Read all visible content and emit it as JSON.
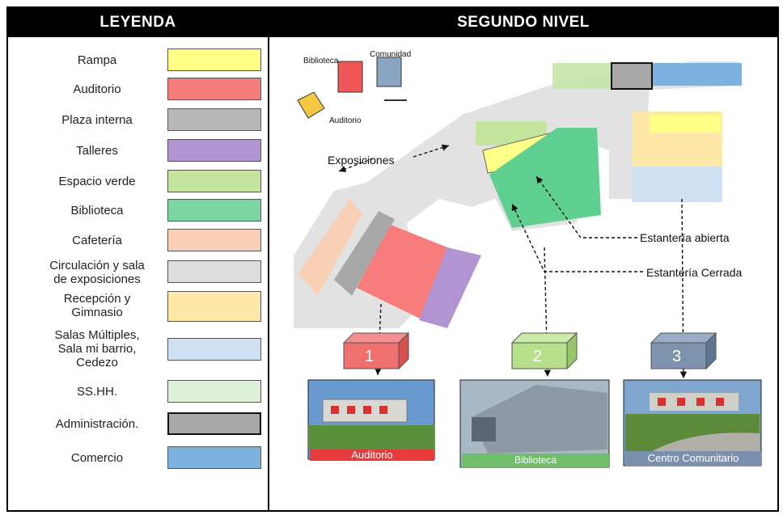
{
  "headers": {
    "legend": "LEYENDA",
    "level": "SEGUNDO NIVEL"
  },
  "legend": [
    {
      "label": "Rampa",
      "color": "#ffff88"
    },
    {
      "label": "Auditorio",
      "color": "#f77c7c"
    },
    {
      "label": "Plaza interna",
      "color": "#b8b8b8"
    },
    {
      "label": "Talleres",
      "color": "#b294d2"
    },
    {
      "label": "Espacio verde",
      "color": "#c3e59e"
    },
    {
      "label": "Biblioteca",
      "color": "#79d6a0"
    },
    {
      "label": "Cafetería",
      "color": "#f7d0b6"
    },
    {
      "label": "Circulación y sala\nde exposiciones",
      "color": "#dcdcdc"
    },
    {
      "label": "Recepción y\nGimnasio",
      "color": "#fde8a8"
    },
    {
      "label": "Salas Múltiples,\nSala mi barrio,\nCedezo",
      "color": "#cfe0f3"
    },
    {
      "label": "SS.HH.",
      "color": "#dff0d8"
    },
    {
      "label": "Administración.",
      "color": "#a8a8a8"
    },
    {
      "label": "Comercio",
      "color": "#7db2e0"
    }
  ],
  "inset": {
    "biblioteca": "Biblioteca",
    "comunidad": "Comunidad",
    "auditorio": "Auditorio"
  },
  "annotations": {
    "exposiciones": "Exposiciones",
    "estanteria_abierta": "Estantería abierta",
    "estanteria_cerrada": "Estantería Cerrada"
  },
  "boxes": [
    {
      "number": "1",
      "color": "#f07070"
    },
    {
      "number": "2",
      "color": "#b6e08c"
    },
    {
      "number": "3",
      "color": "#7d93ad"
    }
  ],
  "photos": [
    {
      "caption": "Auditorio",
      "caption_color": "#e83a3a"
    },
    {
      "caption": "Biblioteca",
      "caption_color": "#6fbf6a"
    },
    {
      "caption": "Centro Comunitario",
      "caption_color": "#7b8fae"
    }
  ]
}
